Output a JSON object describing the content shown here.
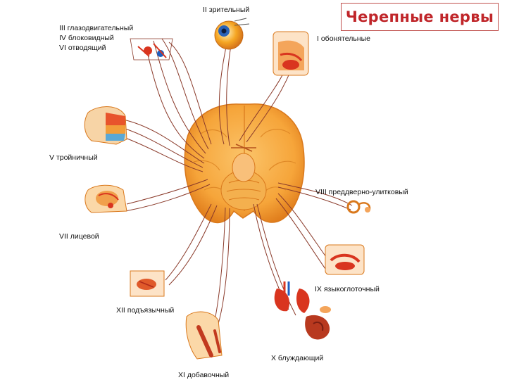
{
  "title": "Черепные нервы",
  "labels": {
    "optic": "II зрительный",
    "oculomotor": "III глазодвигательный",
    "trochlear": "IV блоковидный",
    "abducens": "VI отводящий",
    "olfactory": "I обонятельные",
    "trigeminal": "V тройничный",
    "vestibulocochlear": "VIII преддверно-улитковый",
    "facial": "VII лицевой",
    "glossopharyngeal": "IX языкоглоточный",
    "hypoglossal": "XII подъязычный",
    "vagus": "X блуждающий",
    "accessory": "XI добавочный"
  },
  "colors": {
    "brain": "#f6a53a",
    "brain_dark": "#e07d1c",
    "nerve": "#8a3a2a",
    "title_border": "#c0504d",
    "title_text": "#c0262a"
  }
}
